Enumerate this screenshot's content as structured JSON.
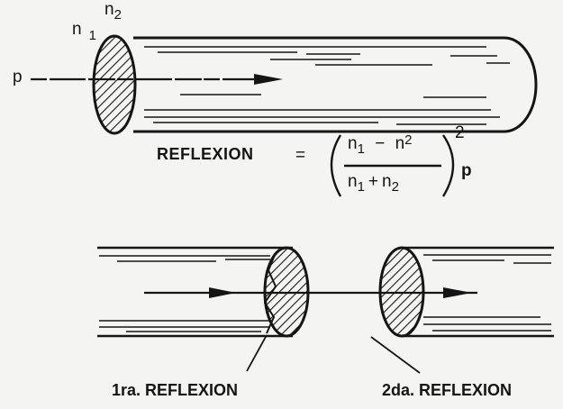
{
  "top_figure": {
    "n1": "n",
    "n1_sub": "1",
    "n2": "n",
    "n2_sub": "2",
    "p": "p"
  },
  "formula": {
    "lhs": "REFLEXION",
    "equals": "=",
    "num_n1": "n",
    "num_n1_sub": "1",
    "minus": "−",
    "num_n2": "n",
    "num_n2_sub": "2",
    "den_n1": "n",
    "den_n1_sub": "1",
    "plus": "+",
    "den_n2": "n",
    "den_n2_sub": "2",
    "exponent": "2",
    "p": "p"
  },
  "bottom_figure": {
    "first_label": "1ra. REFLEXION",
    "second_label": "2da. REFLEXION"
  },
  "colors": {
    "ink": "#151515",
    "paper": "#f4f4f2"
  }
}
